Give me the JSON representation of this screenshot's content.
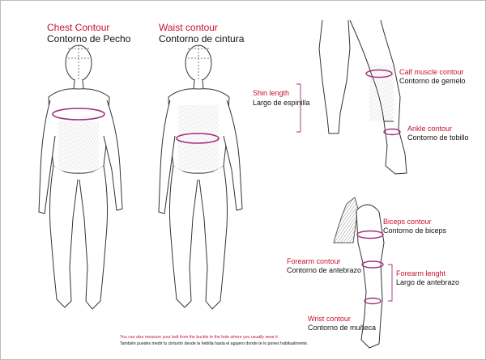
{
  "labels": {
    "chest_en": "Chest Contour",
    "chest_es": "Contorno de Pecho",
    "waist_en": "Waist contour",
    "waist_es": "Contorno de cintura",
    "shin_en": "Shin length",
    "shin_es": "Largo de espinilla",
    "calf_en": "Calf muscle contour",
    "calf_es": "Contorno de gemelo",
    "ankle_en": "Ankle contour",
    "ankle_es": "Contorno de tobillo",
    "biceps_en": "Biceps contour",
    "biceps_es": "Contorno de biceps",
    "forearm_en": "Forearm contour",
    "forearm_es": "Contorno de antebrazo",
    "forearm_len_en": "Forearm lenght",
    "forearm_len_es": "Largo de antebrazo",
    "wrist_en": "Wrist contour",
    "wrist_es": "Contorno de muñeca"
  },
  "note": {
    "line1": "You can also measure your belt from the buckle to the hole where you usually wear it.",
    "line2": "También puedes medir tu cinturón desde la hebilla hasta el agujero donde te lo pones habitualmente."
  },
  "colors": {
    "accent": "#c8102e",
    "measure_line": "#a0307a",
    "ink": "#222222"
  }
}
